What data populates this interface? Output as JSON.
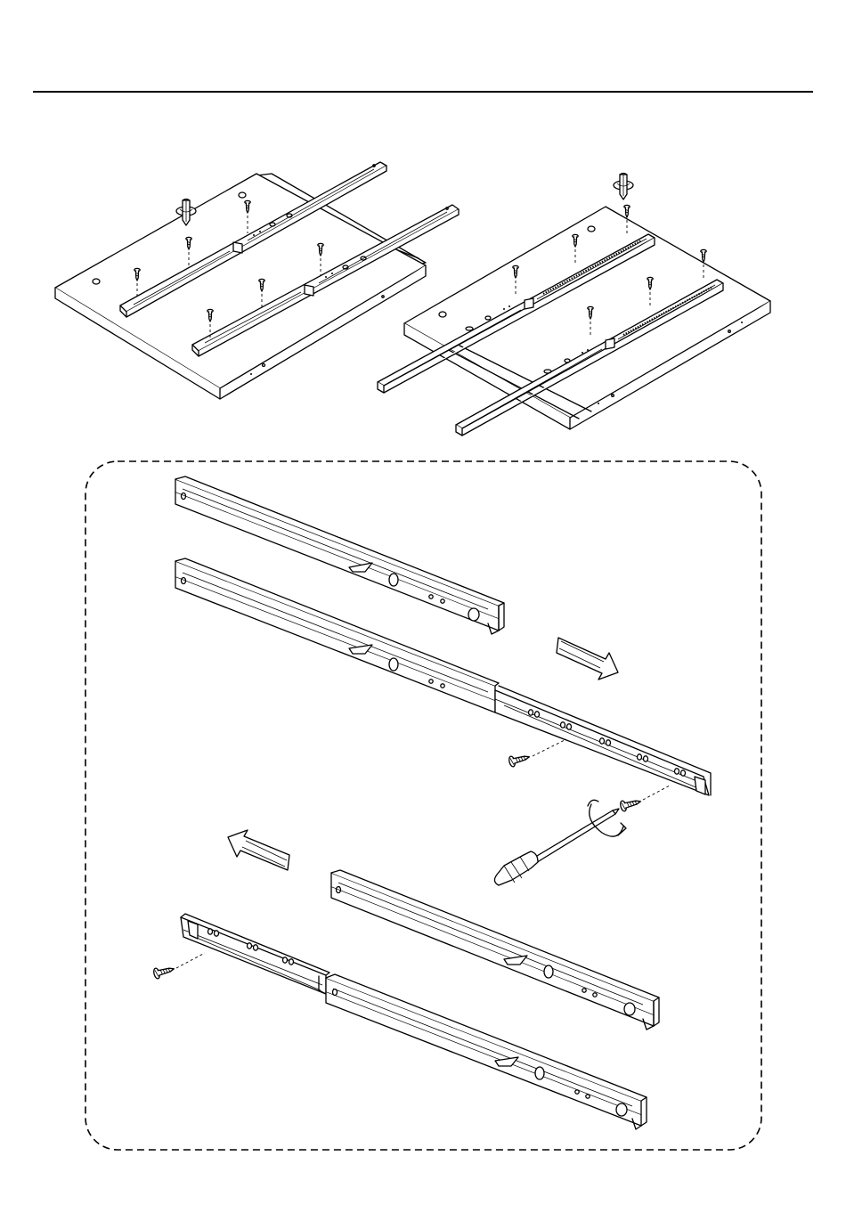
{
  "page": {
    "background": "#ffffff",
    "ink": "#000000"
  },
  "figure": {
    "top_panels": [
      {
        "name": "panel-left",
        "icon": "screwdriver-icon"
      },
      {
        "name": "panel-right",
        "icon": "screwdriver-icon"
      }
    ],
    "detail_box": {
      "border": "dashed",
      "arrows": [
        "arrow-right-icon",
        "arrow-left-icon"
      ],
      "tool": "screwdriver-icon",
      "fastener": "screw-icon"
    }
  }
}
